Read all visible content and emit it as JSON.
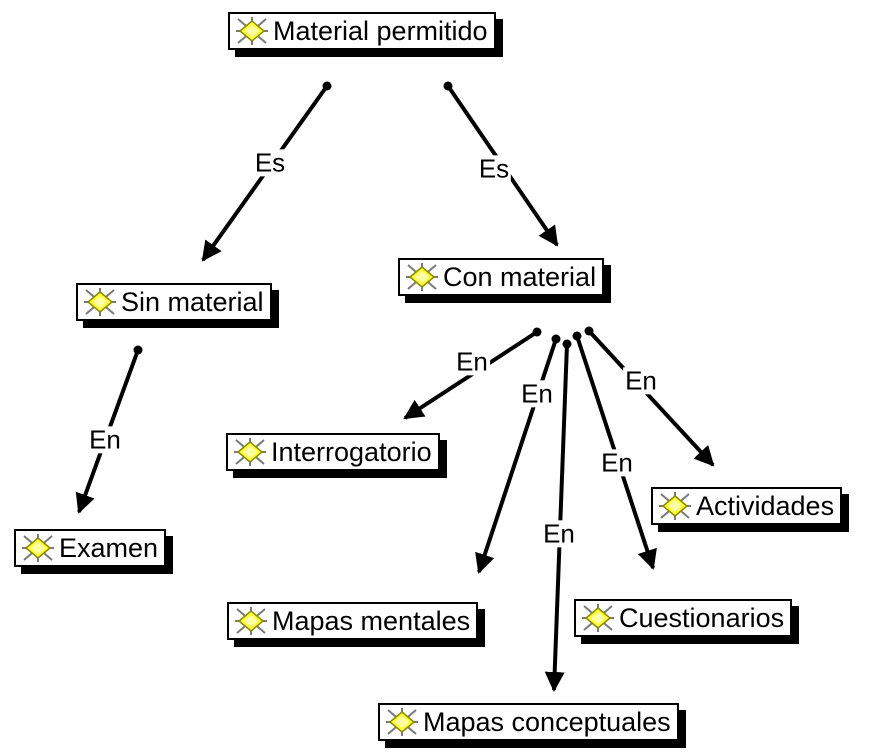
{
  "colors": {
    "line": "#000000",
    "node_background": "#ffffff",
    "icon_fill": "#ffff33",
    "icon_outline": "#7a7a7a"
  },
  "icon": "concept-star-icon",
  "nodes": {
    "material_permitido": "Material permitido",
    "sin_material": "Sin material",
    "con_material": "Con material",
    "examen": "Examen",
    "interrogatorio": "Interrogatorio",
    "actividades": "Actividades",
    "mapas_mentales": "Mapas mentales",
    "cuestionarios": "Cuestionarios",
    "mapas_conceptuales": "Mapas conceptuales"
  },
  "links": {
    "mp_sin": "Es",
    "mp_con": "Es",
    "sin_examen": "En",
    "con_interrogatorio": "En",
    "con_mapas_mentales": "En",
    "con_mapas_conceptuales": "En",
    "con_cuestionarios": "En",
    "con_actividades": "En"
  }
}
